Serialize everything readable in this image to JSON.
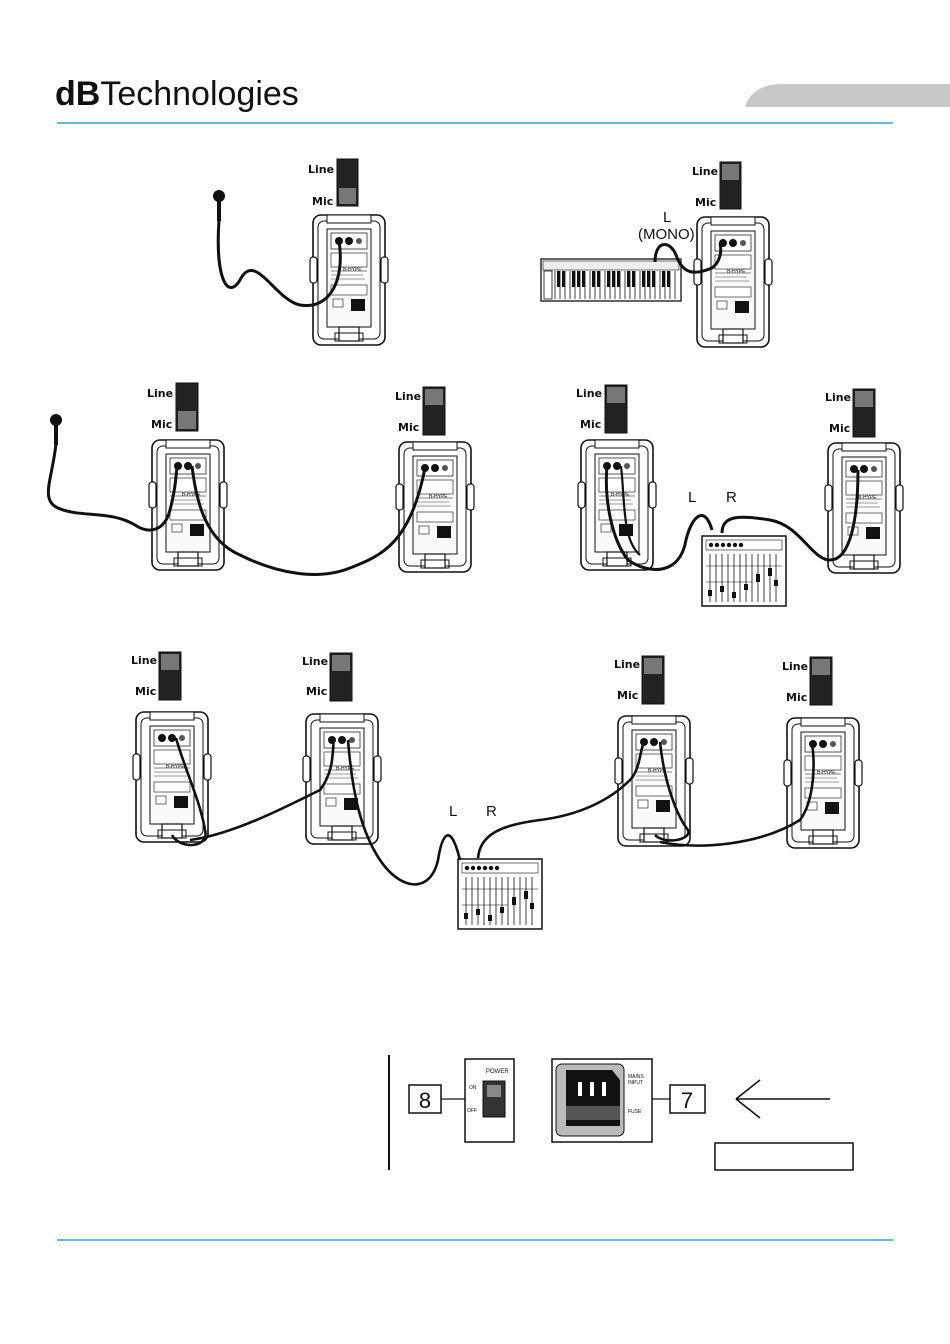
{
  "brand": {
    "prefix": "dB",
    "suffix": "Technologies"
  },
  "colors": {
    "rule": "#2ea3d6",
    "ink": "#111111",
    "tab": "#c8c8c8",
    "switch_dark": "#222222",
    "switch_mid": "#777777"
  },
  "switch_labels": {
    "line": "Line",
    "mic": "Mic"
  },
  "speaker_badge": "B-HYPE",
  "channel_labels": {
    "left": "L",
    "right": "R",
    "left_mono": "L",
    "mono": "(MONO)"
  },
  "power_panel": {
    "switch_title": "POWER",
    "switch_on": "ON",
    "switch_off": "OFF",
    "mains_label_1": "MAINS",
    "mains_label_2": "INPUT",
    "fuse_label": "FUSE",
    "callout_left": "8",
    "callout_right": "7"
  }
}
